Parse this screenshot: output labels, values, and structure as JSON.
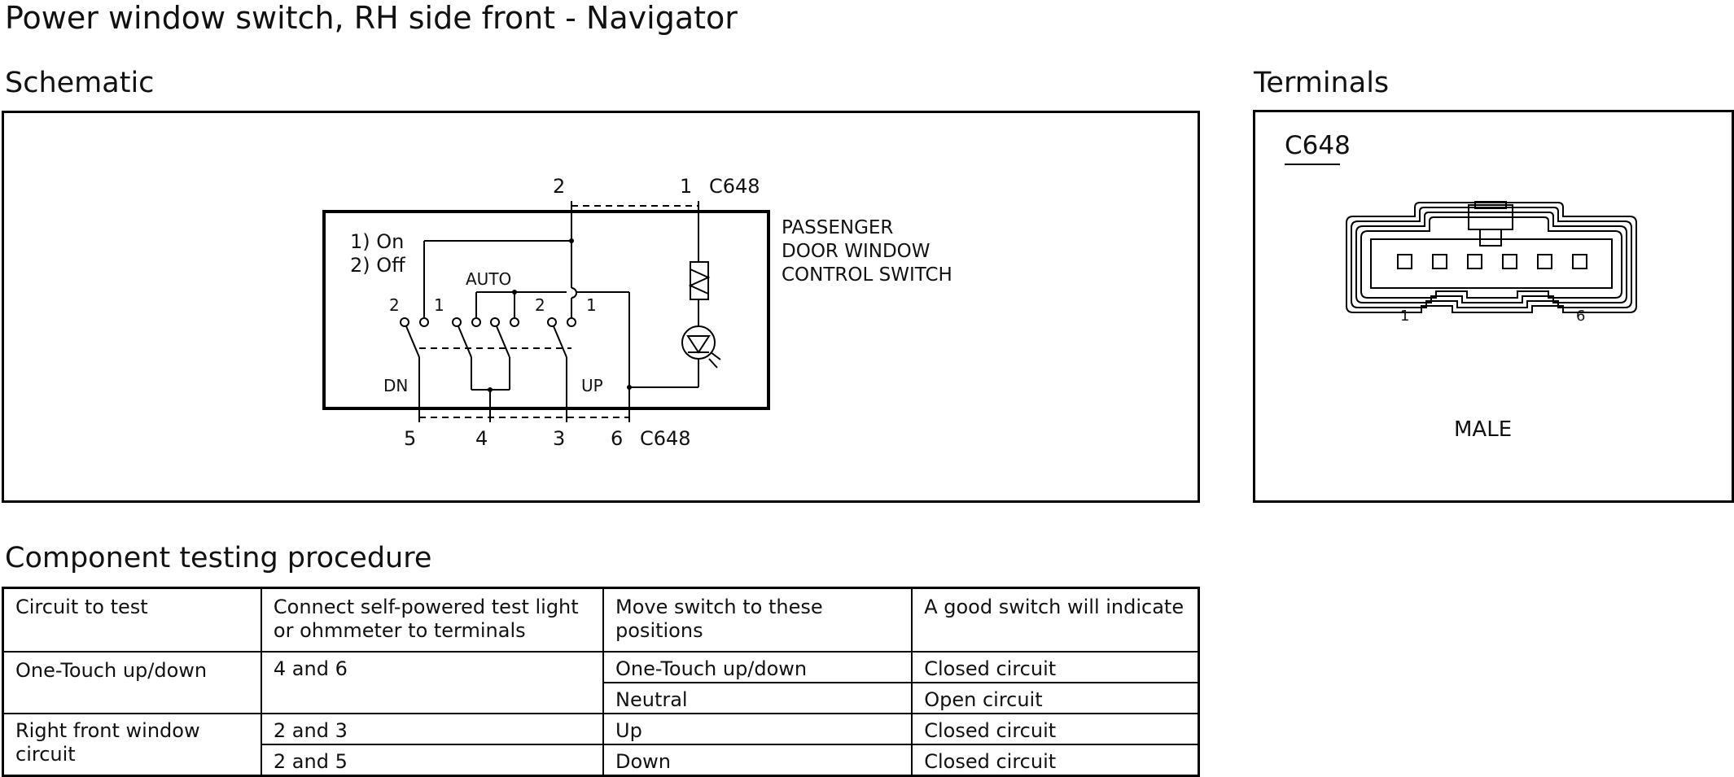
{
  "title": "Power window switch, RH side front - Navigator",
  "schematic": {
    "heading": "Schematic",
    "top_pins": [
      "2",
      "1"
    ],
    "top_connector": "C648",
    "bottom_pins": [
      "5",
      "4",
      "3",
      "6"
    ],
    "bottom_connector": "C648",
    "mode_labels": [
      "1) On",
      "2) Off"
    ],
    "auto_label": "AUTO",
    "dn_label": "DN",
    "up_label": "UP",
    "left_switch_positions": [
      "2",
      "1"
    ],
    "right_switch_positions": [
      "2",
      "1"
    ],
    "component_label": [
      "PASSENGER",
      "DOOR WINDOW",
      "CONTROL SWITCH"
    ]
  },
  "terminals": {
    "heading": "Terminals",
    "connector": "C648",
    "pin_first": "1",
    "pin_last": "6",
    "gender": "MALE"
  },
  "testing": {
    "heading": "Component testing procedure",
    "columns": [
      "Circuit to test",
      "Connect self-powered test light\nor ohmmeter to terminals",
      "Move switch to these positions",
      "A good switch will indicate"
    ],
    "rows": [
      {
        "circuit": "One-Touch up/down",
        "terminals": "4 and 6",
        "position": "One-Touch up/down",
        "result": "Closed circuit"
      },
      {
        "circuit": "",
        "terminals": "",
        "position": "Neutral",
        "result": "Open circuit"
      },
      {
        "circuit": "Right front window circuit",
        "terminals": "2 and 3",
        "position": "Up",
        "result": "Closed circuit"
      },
      {
        "circuit": "",
        "terminals": "2 and 5",
        "position": "Down",
        "result": "Closed circuit"
      }
    ]
  }
}
